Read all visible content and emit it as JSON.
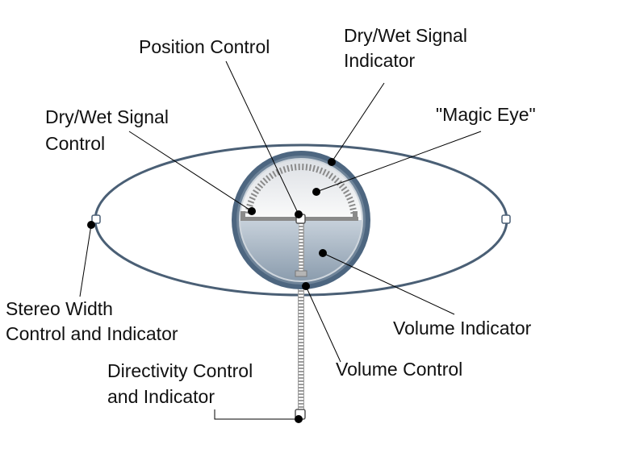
{
  "labels": {
    "position_control": [
      "Position Control"
    ],
    "drywet_indicator": [
      "Dry/Wet Signal",
      "Indicator"
    ],
    "drywet_control": [
      "Dry/Wet Signal",
      "Control"
    ],
    "magic_eye": [
      "\"Magic Eye\""
    ],
    "stereo_width": [
      "Stereo Width",
      "Control and Indicator"
    ],
    "volume_indicator": [
      "Volume Indicator"
    ],
    "volume_control": [
      "Volume Control"
    ],
    "directivity": [
      "Directivity Control",
      "and Indicator"
    ]
  },
  "colors": {
    "ellipse_stroke": "#4a5f75",
    "knob_ring": "#4d6680",
    "dial_top": "#f2f2f2",
    "dial_bottom": "#9fb0c0",
    "tick": "#8a8a8a",
    "leader": "#000000"
  }
}
